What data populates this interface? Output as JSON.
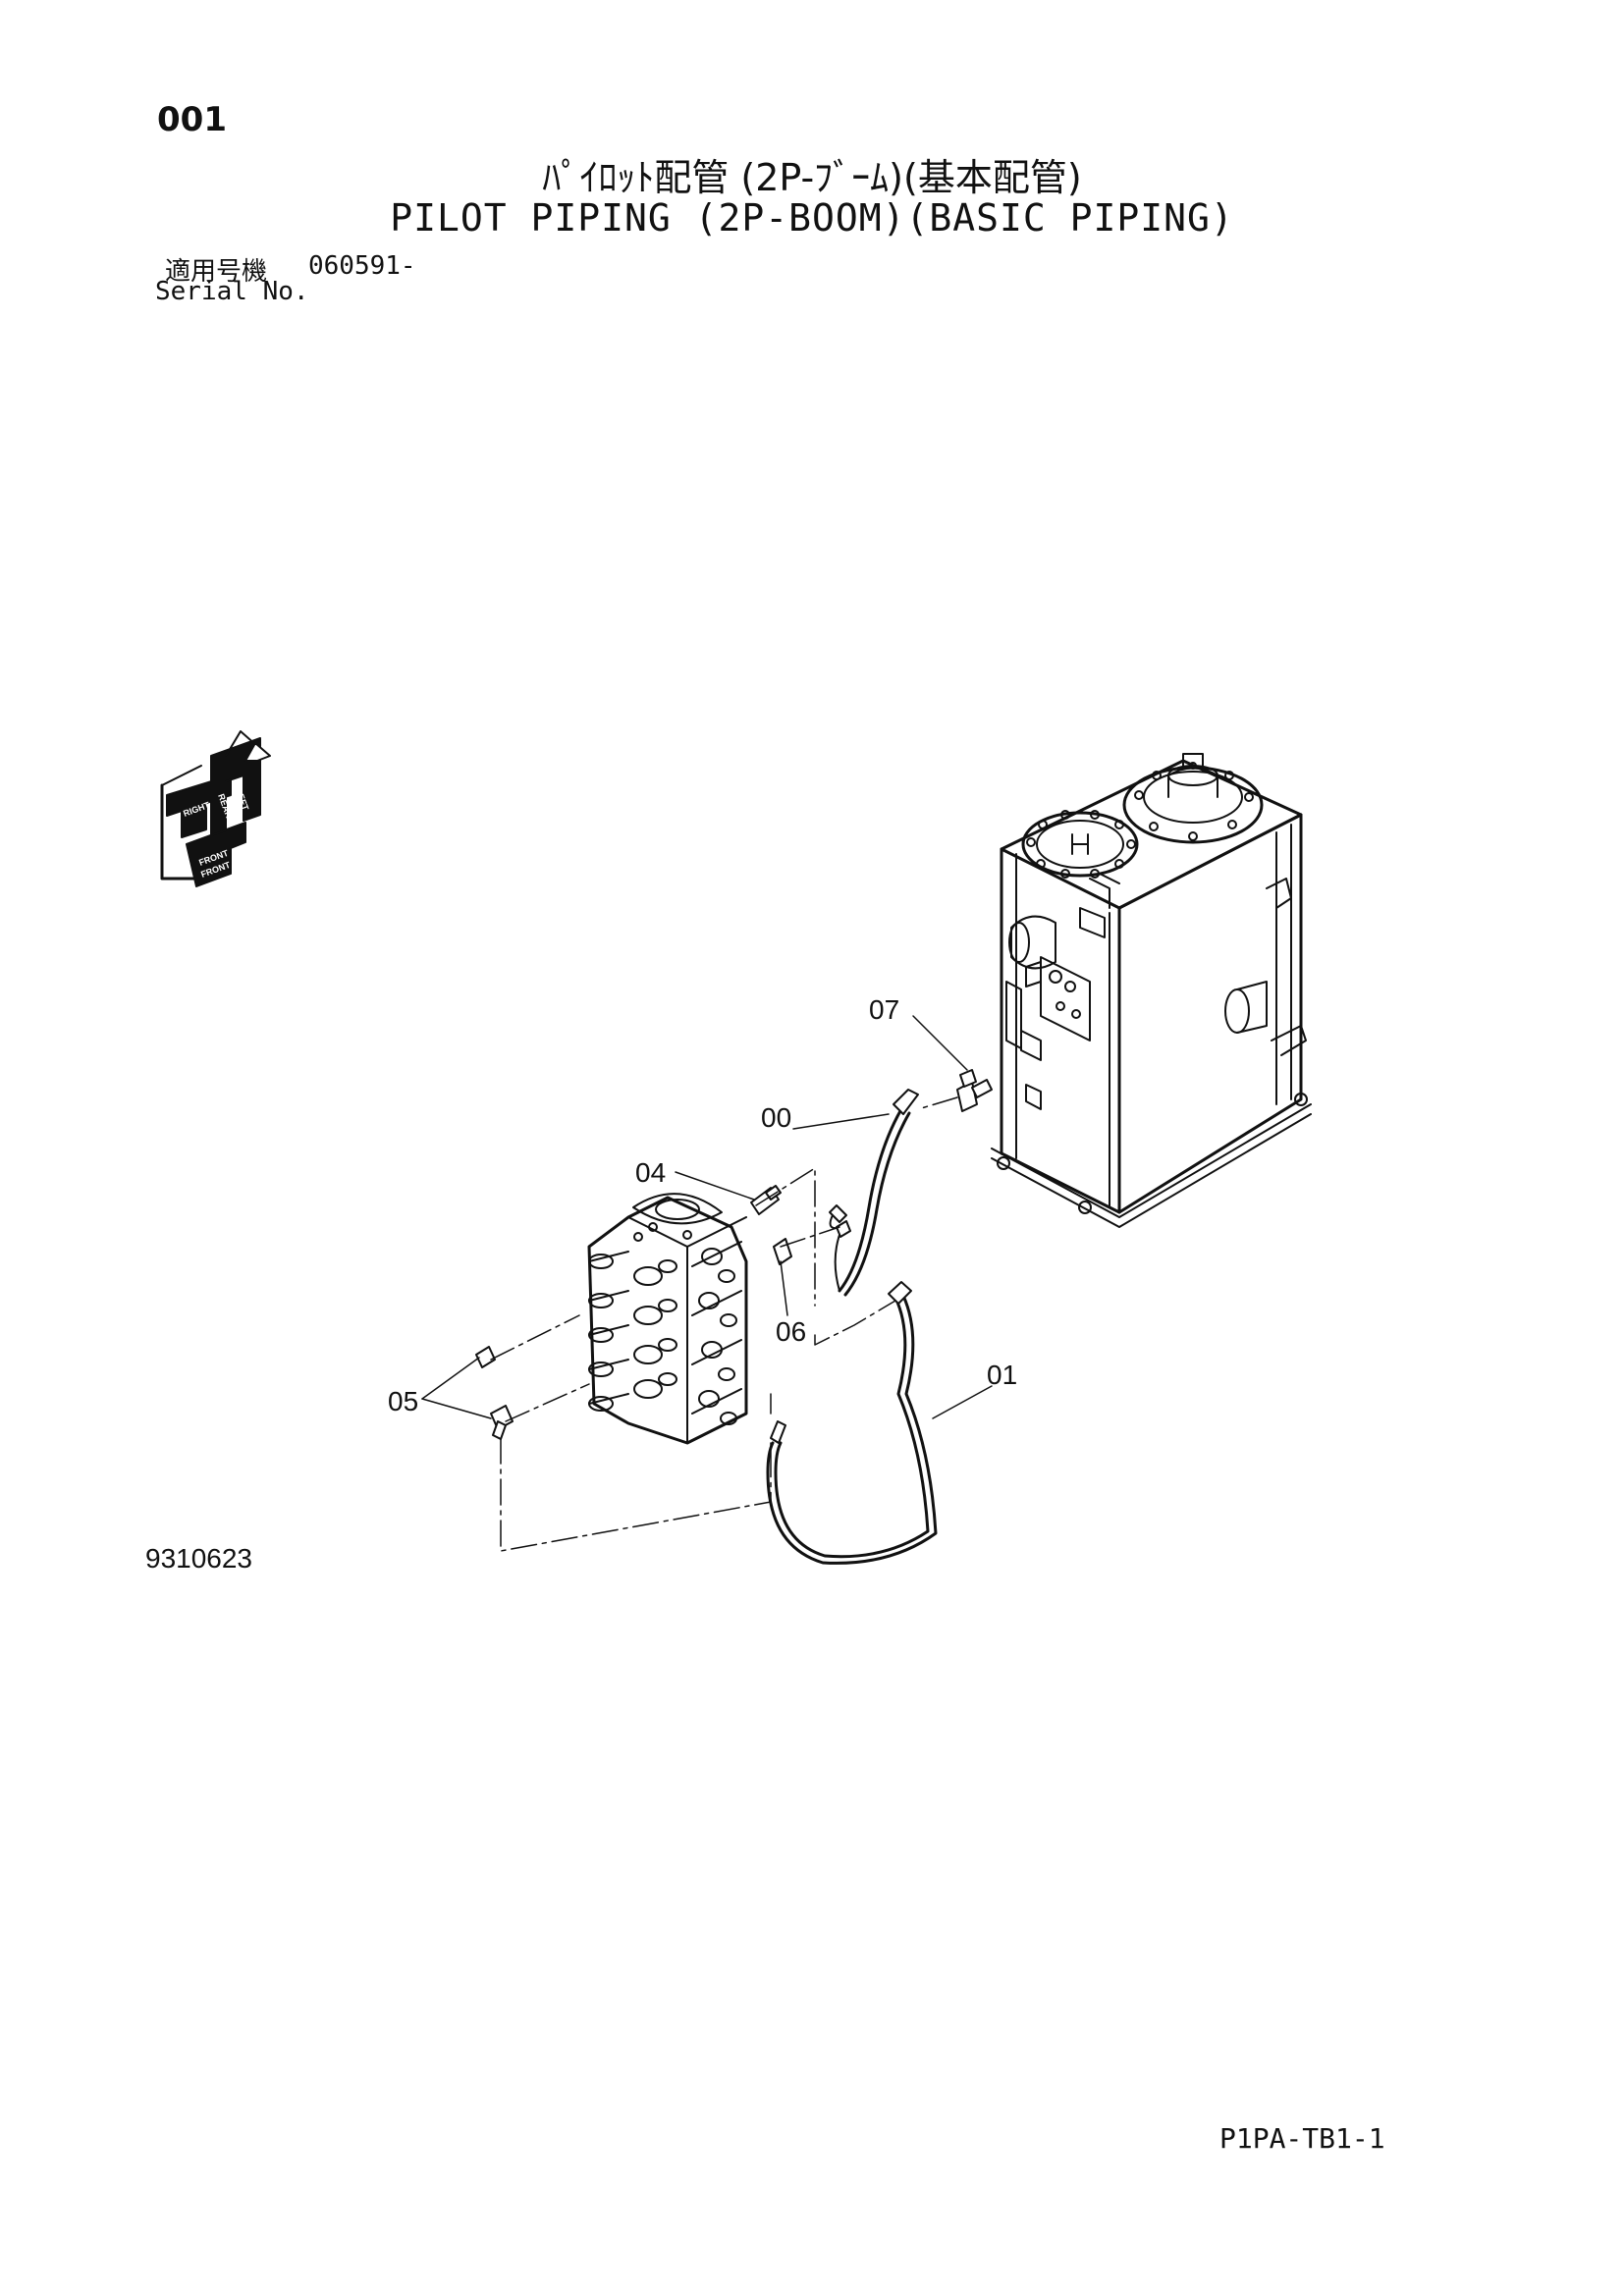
{
  "page_number": "001",
  "title_jp": "ﾊﾟｲﾛｯﾄ配管 (2P-ﾌﾞｰﾑ)(基本配管)",
  "title_en": "PILOT PIPING (2P-BOOM)(BASIC PIPING)",
  "serial": {
    "label_jp": "適用号機",
    "value": "060591-",
    "label_en": "Serial No."
  },
  "figure_number": "9310623",
  "doc_code": "P1PA-TB1-1",
  "orientation_icon": {
    "labels": [
      "FRONT",
      "FRONT",
      "RIGHT",
      "REAR",
      "LEFT"
    ]
  },
  "callouts": [
    "07",
    "00",
    "04",
    "06",
    "05",
    "01"
  ],
  "colors": {
    "line": "#111111",
    "background": "#ffffff"
  }
}
